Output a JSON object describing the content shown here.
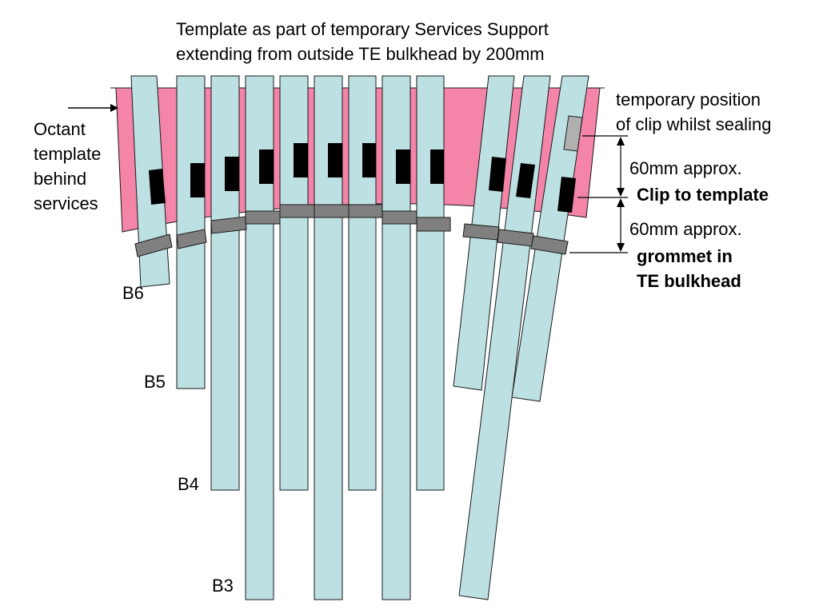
{
  "title": [
    "Template as part of temporary Services Support",
    "extending from outside TE bulkhead by 200mm"
  ],
  "octant_label": [
    "Octant",
    "template",
    "behind",
    "services"
  ],
  "clip_position_label": [
    "temporary position",
    "of clip whilst sealing"
  ],
  "dim_upper": "60mm approx.",
  "clip_label": "Clip to template",
  "dim_lower": "60mm approx.",
  "grommet_label": [
    "grommet in",
    "TE bulkhead"
  ],
  "layer_labels": {
    "b6": "B6",
    "b5": "B5",
    "b4": "B4",
    "b3": "B3"
  },
  "colors": {
    "template": "#f484a8",
    "service": "#bde0e2",
    "grommet": "#808080",
    "clip": "#000000",
    "temp_clip": "#b0b0b0",
    "outline": "#1a1a1a"
  }
}
